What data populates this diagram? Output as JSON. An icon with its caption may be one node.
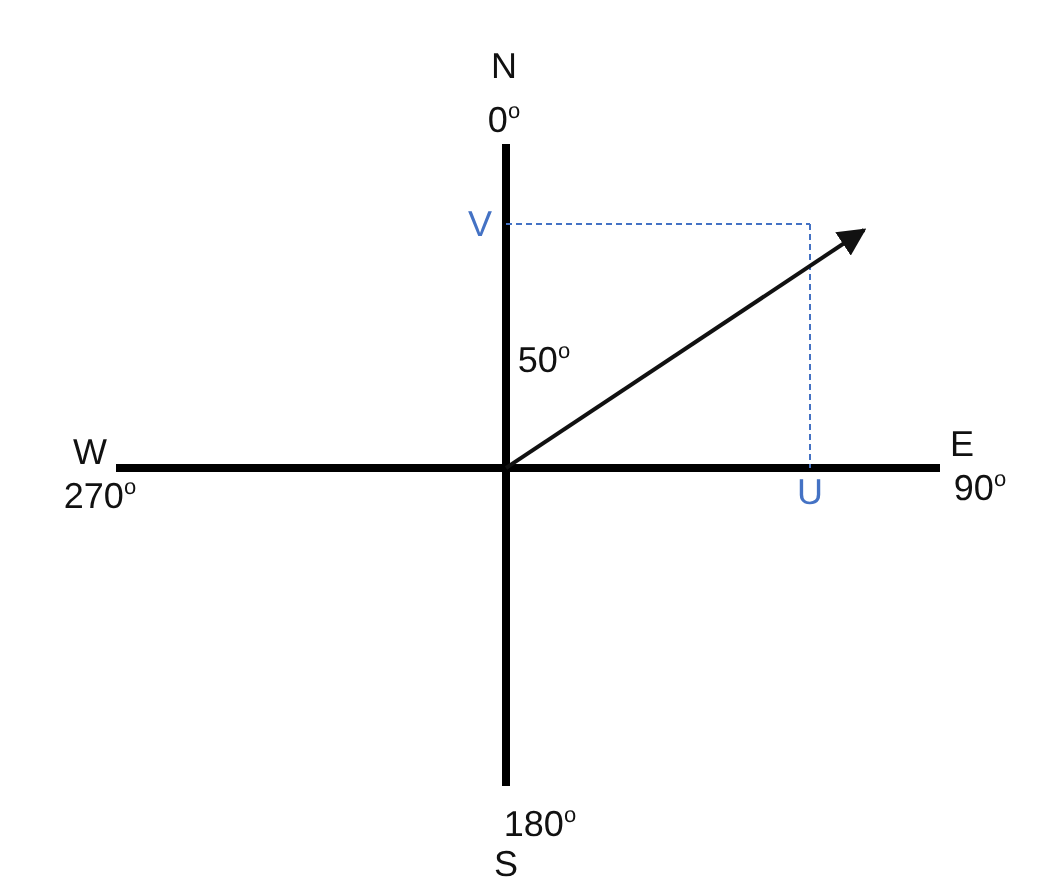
{
  "diagram": {
    "labels": [
      "N",
      "0$^{o}$",
      "V",
      "50$^{o}$",
      "W",
      "270$^{o}$",
      "U",
      "E",
      "90$^{o}$",
      "180$^{o}$",
      "S"
    ]
  }
}
